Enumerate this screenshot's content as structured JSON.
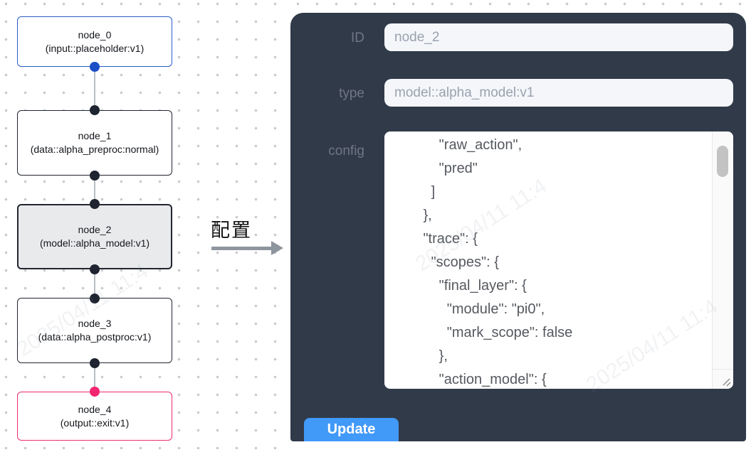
{
  "flow": {
    "nodes": [
      {
        "title": "node_0",
        "subtitle": "(input::placeholder:v1)"
      },
      {
        "title": "node_1",
        "subtitle": "(data::alpha_preproc:normal)"
      },
      {
        "title": "node_2",
        "subtitle": "(model::alpha_model:v1)"
      },
      {
        "title": "node_3",
        "subtitle": "(data::alpha_postproc:v1)"
      },
      {
        "title": "node_4",
        "subtitle": "(output::exit:v1)"
      }
    ],
    "colors": {
      "input_accent": "#2a5cc8",
      "output_accent": "#ee2b70",
      "selected_bg": "#e9eaec",
      "node_border": "#20252f",
      "edge": "#b9bdc4"
    }
  },
  "transition": {
    "label": "配置"
  },
  "panel": {
    "bg_color": "#313a49",
    "accent_color": "#4199f8",
    "fields": [
      {
        "label": "ID",
        "value": "node_2"
      },
      {
        "label": "type",
        "value": "model::alpha_model:v1"
      }
    ],
    "config": {
      "label": "config",
      "lines": [
        "            \"raw_action\",",
        "            \"pred\"",
        "          ]",
        "        },",
        "        \"trace\": {",
        "          \"scopes\": {",
        "            \"final_layer\": {",
        "              \"module\": \"pi0\",",
        "              \"mark_scope\": false",
        "            },",
        "            \"action_model\": {"
      ]
    },
    "update_button": {
      "label": "Update"
    }
  },
  "watermark": "2025/04/11 11:4"
}
